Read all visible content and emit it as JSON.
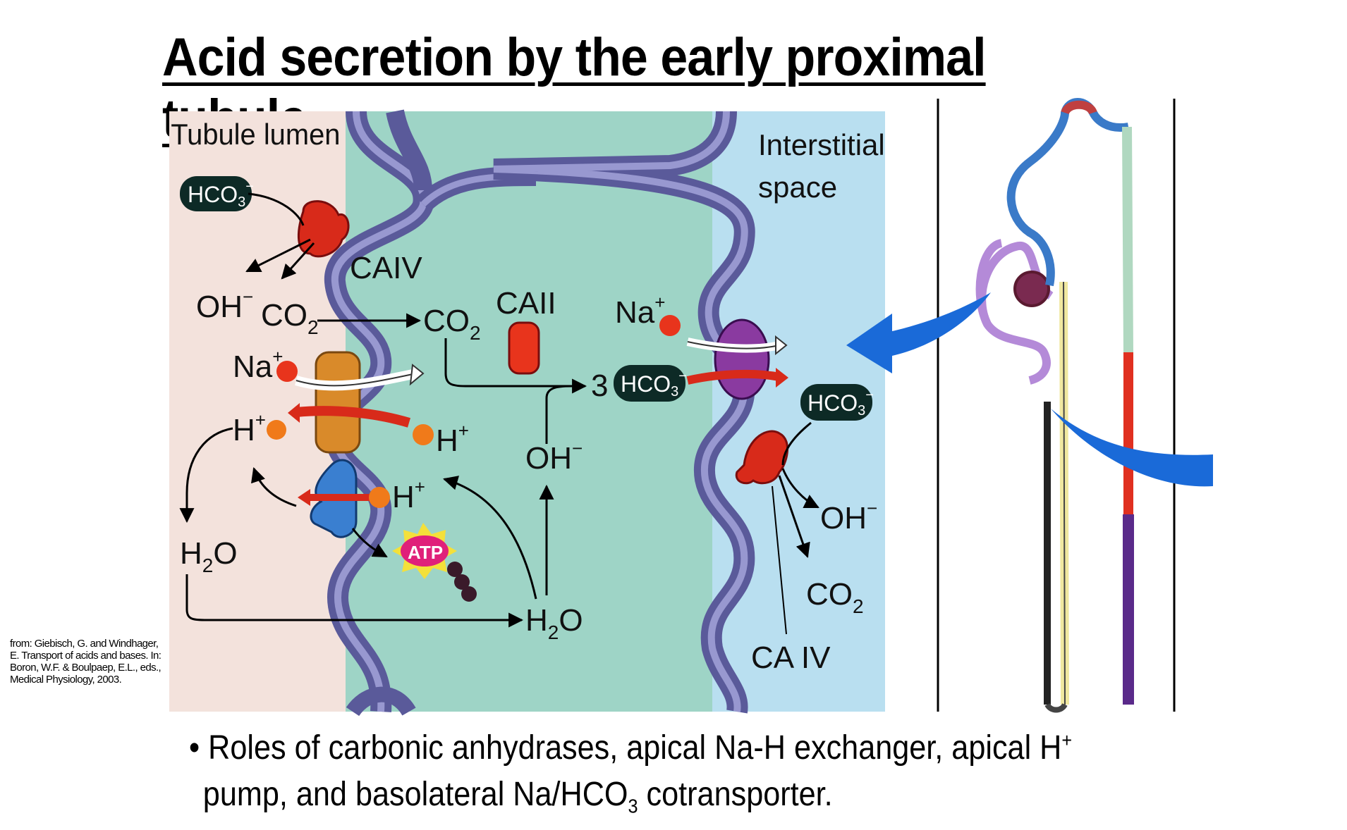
{
  "slide": {
    "title": "Acid secretion by the early proximal tubule",
    "citation": "from: Giebisch, G. and Windhager, E. Transport of acids and bases. In: Boron, W.F. & Boulpaep, E.L., eds., Medical Physiology, 2003.",
    "bullet": {
      "marker": "•",
      "line1": "Roles of carbonic anhydrases, apical Na-H exchanger, apical H",
      "line1_sup": "+",
      "line2_a": "pump, and basolateral Na/HCO",
      "line2_sub": "3",
      "line2_b": " cotransporter."
    }
  },
  "diagram": {
    "lumen_label": "Tubule lumen",
    "interstitial_label_1": "Interstitial",
    "interstitial_label_2": "space",
    "hco3_main": "HCO",
    "hco3_sub": "3",
    "hco3_sup": "−",
    "caiv_apical": "CAIV",
    "caii": "CAII",
    "ca_iv_basal": "CA IV",
    "oh": "OH",
    "oh_sup": "−",
    "co2_main": "CO",
    "co2_sub": "2",
    "na": "Na",
    "na_sup": "+",
    "h": "H",
    "h_sup": "+",
    "h2o_a": "H",
    "h2o_sub": "2",
    "h2o_b": "O",
    "three": "3",
    "atp": "ATP",
    "colors": {
      "lumen_bg": "#f3e2dc",
      "cell_bg": "#9ed4c6",
      "interstitial_bg": "#b9dff0",
      "membrane": "#5a5a9a",
      "membrane_inner": "#9898d0",
      "ion_red": "#e8341c",
      "exchanger": "#d98a2a",
      "pump": "#3a7fd0",
      "cotransporter": "#8a3aa0",
      "label_pill": "#0d2a26",
      "atp": "#e0207a",
      "arrow_blue": "#1a6ad8"
    }
  }
}
